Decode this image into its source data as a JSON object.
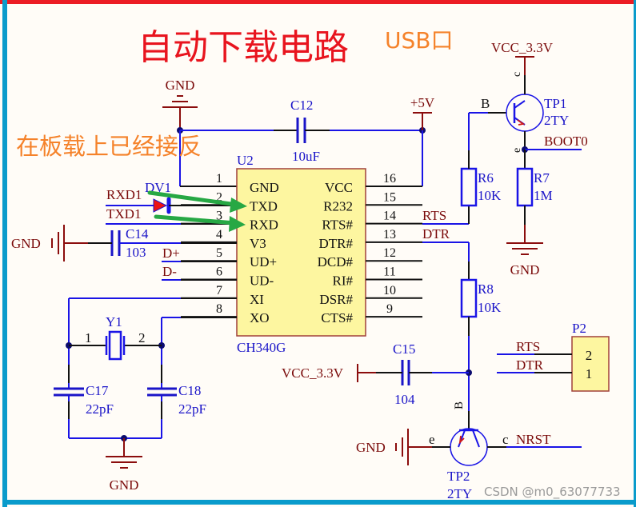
{
  "title": {
    "main": "自动下载电路",
    "usb_annotation": "USB口",
    "reverse_note": "在板载上已经接反"
  },
  "colors": {
    "title_red": "#e8141e",
    "annotation_orange": "#f5822a",
    "wire_blue": "#1a14e6",
    "wire_black": "#111111",
    "power_maroon": "#8b0d0d",
    "label_dark_red": "#7a0a0a",
    "component_blue": "#1a14c8",
    "ic_fill": "#fdf6a0",
    "ic_border": "#a0403a",
    "junction": "#0b0b6e",
    "arrow_green": "#27a844",
    "frame_red": "#ec1c24",
    "frame_blue": "#0a9bcb",
    "background": "#fffcf7",
    "watermark": "#9a9a9a"
  },
  "ic": {
    "ref": "U2",
    "part": "CH340G",
    "left_pins": [
      {
        "num": "1",
        "name": "GND"
      },
      {
        "num": "2",
        "name": "TXD"
      },
      {
        "num": "3",
        "name": "RXD"
      },
      {
        "num": "4",
        "name": "V3"
      },
      {
        "num": "5",
        "name": "UD+"
      },
      {
        "num": "6",
        "name": "UD-"
      },
      {
        "num": "7",
        "name": "XI"
      },
      {
        "num": "8",
        "name": "XO"
      }
    ],
    "right_pins": [
      {
        "num": "16",
        "name": "VCC"
      },
      {
        "num": "15",
        "name": "R232"
      },
      {
        "num": "14",
        "name": "RTS#"
      },
      {
        "num": "13",
        "name": "DTR#"
      },
      {
        "num": "12",
        "name": "DCD#"
      },
      {
        "num": "11",
        "name": "RI#"
      },
      {
        "num": "10",
        "name": "DSR#"
      },
      {
        "num": "9",
        "name": "CTS#"
      }
    ]
  },
  "nets": {
    "rxd1": "RXD1",
    "txd1": "TXD1",
    "dplus": "D+",
    "dminus": "D-",
    "rts": "RTS",
    "dtr": "DTR",
    "boot0": "BOOT0",
    "nrst": "NRST"
  },
  "power": {
    "gnd": "GND",
    "plus5v": "+5V",
    "vcc33": "VCC_3.3V"
  },
  "components": {
    "c12": {
      "ref": "C12",
      "value": "10uF"
    },
    "c14": {
      "ref": "C14",
      "value": "103"
    },
    "c15": {
      "ref": "C15",
      "value": "104"
    },
    "c17": {
      "ref": "C17",
      "value": "22pF"
    },
    "c18": {
      "ref": "C18",
      "value": "22pF"
    },
    "r6": {
      "ref": "R6",
      "value": "10K"
    },
    "r7": {
      "ref": "R7",
      "value": "1M"
    },
    "r8": {
      "ref": "R8",
      "value": "10K"
    },
    "y1": {
      "ref": "Y1",
      "pin1": "1",
      "pin2": "2"
    },
    "dv1": {
      "ref": "DV1"
    },
    "tp1": {
      "ref": "TP1",
      "value": "2TY",
      "b": "B",
      "c": "c",
      "e": "e"
    },
    "tp2": {
      "ref": "TP2",
      "value": "2TY",
      "b": "B",
      "c": "c",
      "e": "e"
    },
    "p2": {
      "ref": "P2",
      "pins": [
        "2",
        "1"
      ]
    }
  },
  "watermark": "CSDN @m0_63077733"
}
